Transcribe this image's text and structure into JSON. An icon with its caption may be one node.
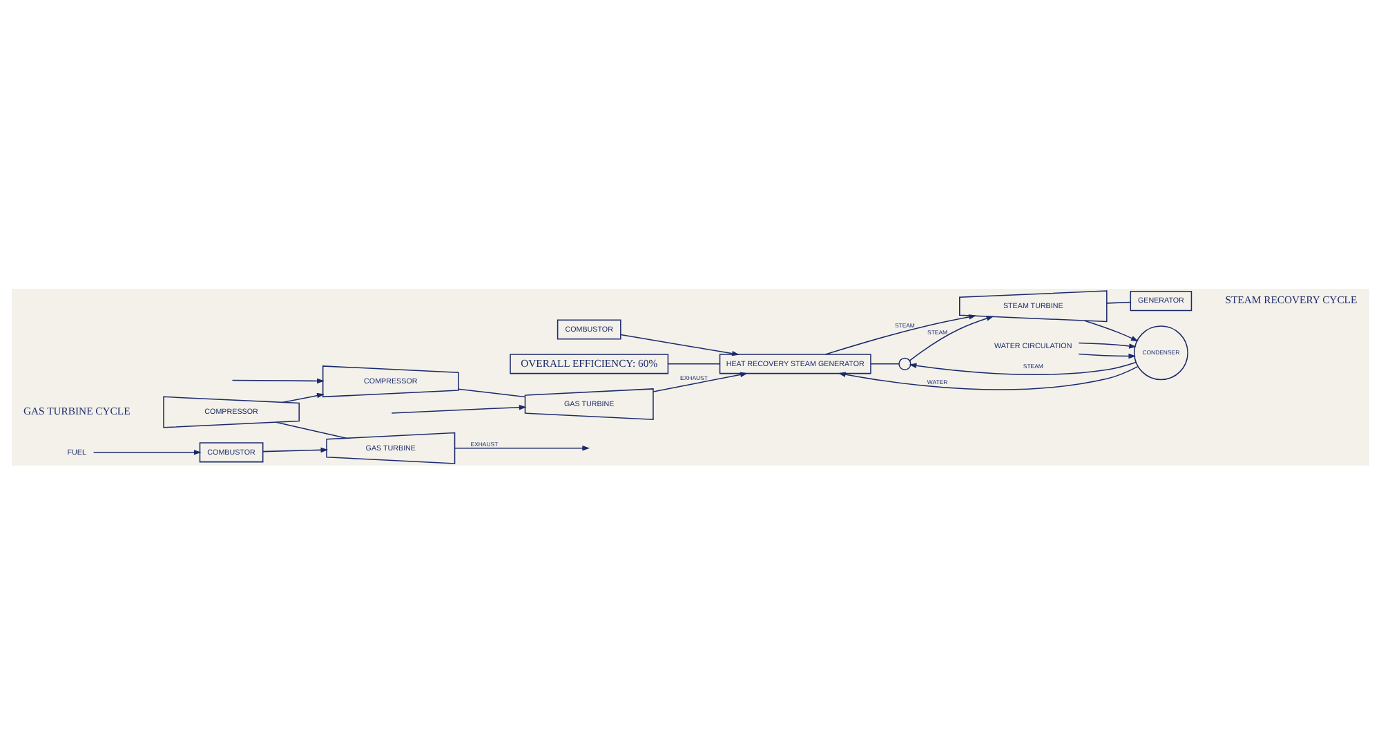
{
  "diagram": {
    "nodes": [
      {
        "text": [
          "COMPRESSOR"
        ]
      },
      {
        "text": [
          "COMBUSTOR"
        ]
      },
      {
        "text": [
          "GAS TURBINE"
        ]
      },
      {
        "text": [
          "COMPRESSOR"
        ]
      },
      {
        "text": [
          "COMBUSTOR"
        ]
      },
      {
        "text": [
          "GAS TURBINE"
        ]
      },
      {
        "text": [
          "HEAT RECOVERY STEAM GENERATOR"
        ]
      },
      {
        "text": [],
        "shape": "circle"
      },
      {
        "text": [
          "STEAM TURBINE"
        ]
      },
      {
        "text": [
          "GENERATOR"
        ]
      },
      {
        "text": [
          "CONDENSER"
        ]
      },
      {
        "text": [
          "OVERALL EFFICIENCY: 60%"
        ]
      },
      {
        "text": [
          "FUEL"
        ]
      },
      {
        "text": [
          "WATER CIRCULATION"
        ]
      }
    ],
    "edges": [
      {
        "from": null,
        "to": 0,
        "arrow": "to"
      },
      {
        "from": 3,
        "to": 0,
        "arrow": "to"
      },
      {
        "from": 12,
        "to": 4,
        "arrow": "to"
      },
      {
        "from": 0,
        "to": 2,
        "arrow": "none"
      },
      {
        "from": 3,
        "to": 5,
        "arrow": "none"
      },
      {
        "from": null,
        "to": 2,
        "arrow": "to"
      },
      {
        "from": 4,
        "to": 5,
        "arrow": "to"
      },
      {
        "from": 1,
        "to": 6,
        "arrow": "to"
      },
      {
        "from": 2,
        "to": 6,
        "label": "EXHAUST",
        "arrow": "to"
      },
      {
        "from": 5,
        "to": null,
        "label": "EXHAUST",
        "arrow": "to"
      },
      {
        "from": 11,
        "to": 6,
        "arrow": "none"
      },
      {
        "from": 6,
        "to": 8,
        "label": "STEAM",
        "arrow": "to"
      },
      {
        "from": 6,
        "to": 7,
        "arrow": "none"
      },
      {
        "from": 7,
        "to": 8,
        "label": "STEAM",
        "arrow": "to"
      },
      {
        "from": 8,
        "to": 9,
        "arrow": "none"
      },
      {
        "from": 8,
        "to": 10,
        "arrow": "to"
      },
      {
        "from": 13,
        "to": 10,
        "arrow": "to"
      },
      {
        "from": 13,
        "to": 10,
        "arrow": "to"
      },
      {
        "from": 10,
        "to": 7,
        "label": "STEAM",
        "arrow": "to"
      },
      {
        "from": 10,
        "to": 6,
        "label": "WATER",
        "arrow": "to"
      }
    ],
    "labels": [
      "GAS TURBINE CYCLE",
      "STEAM RECOVERY CYCLE"
    ]
  }
}
